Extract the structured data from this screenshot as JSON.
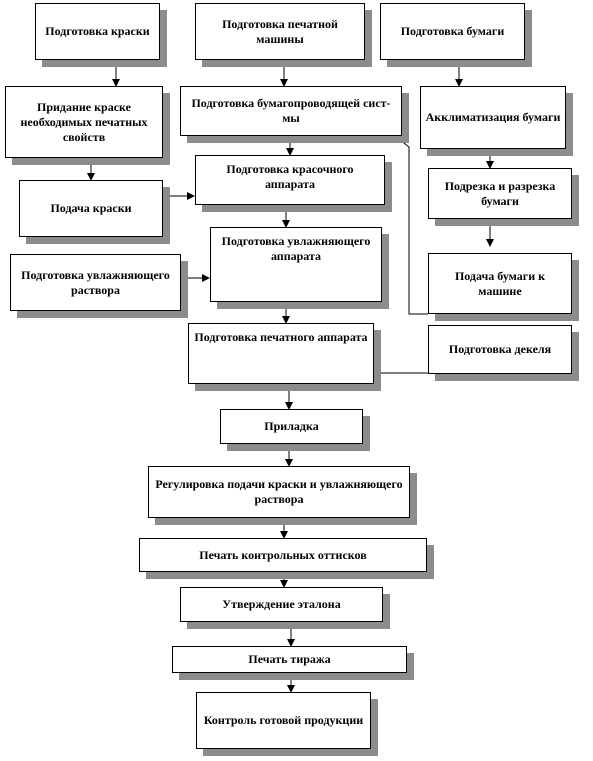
{
  "nodes": {
    "prep_ink": "Подготовка краски",
    "prep_press": "Подготовка печатной машины",
    "prep_paper": "Подготовка бумаги",
    "ink_properties": "Придание краске необходимых печатных свойств",
    "prep_paper_path": "Подготовка бумагопроводящей сист-мы",
    "paper_acclimatization": "Акклиматизация бумаги",
    "ink_feed": "Подача краски",
    "prep_inking_unit": "Подготовка красочного аппарата",
    "paper_cutting": "Подрезка и разрезка бумаги",
    "prep_dampening_solution": "Подготовка увлажняющего раствора",
    "prep_dampening_unit": "Подготовка увлажняющего аппарата",
    "paper_feed": "Подача бумаги к машине",
    "prep_printing_unit": "Подготовка печатного аппарата",
    "prep_blanket": "Подготовка декеля",
    "makeready": "Приладка",
    "ink_dampening_adjust": "Регулировка подачи краски и увлажняющего раствора",
    "proof_print": "Печать контрольных оттисков",
    "approve_standard": "Утверждение эталона",
    "print_run": "Печать тиража",
    "quality_control": "Контроль готовой продукции"
  }
}
